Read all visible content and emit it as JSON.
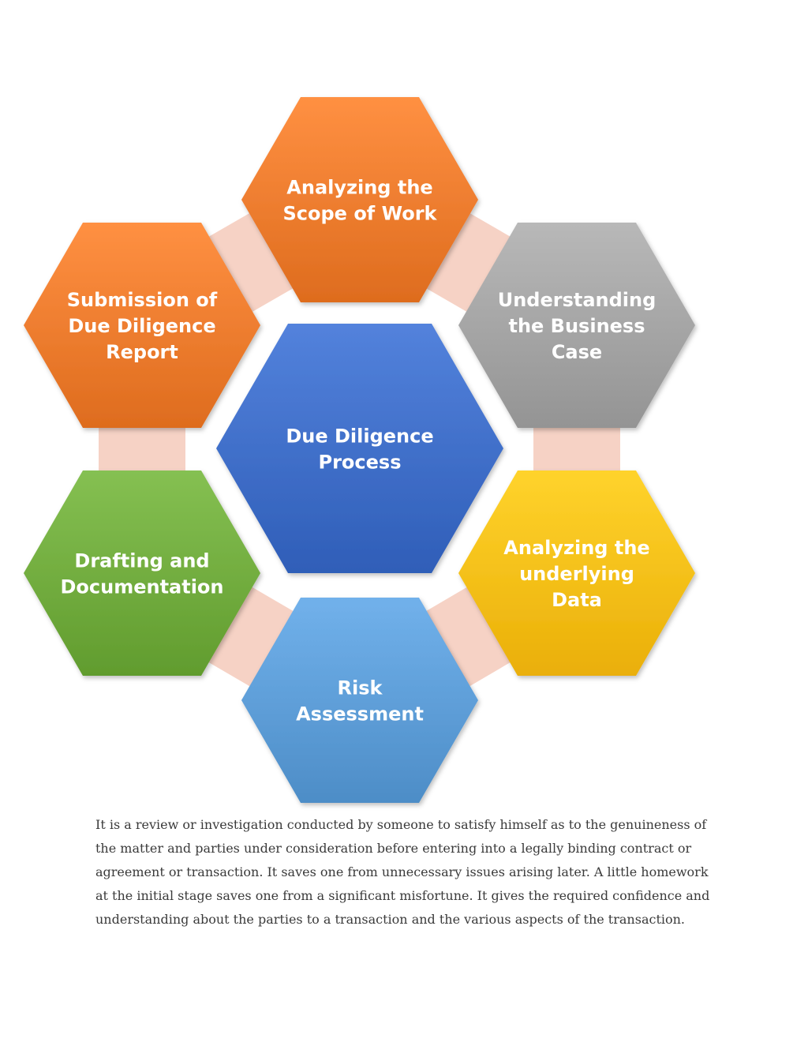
{
  "diagram": {
    "center": {
      "lines": [
        "Due Diligence",
        "Process"
      ],
      "color": "#3d6cc6"
    },
    "steps": [
      {
        "id": "scope",
        "lines": [
          "Analyzing the",
          "Scope of Work"
        ],
        "color": "#ec7a2c"
      },
      {
        "id": "business-case",
        "lines": [
          "Understanding",
          "the Business",
          "Case"
        ],
        "color": "#a2a2a2"
      },
      {
        "id": "underlying-data",
        "lines": [
          "Analyzing the",
          "underlying",
          "Data"
        ],
        "color": "#f8bd16"
      },
      {
        "id": "risk",
        "lines": [
          "Risk",
          "Assessment"
        ],
        "color": "#5b9bd5"
      },
      {
        "id": "drafting",
        "lines": [
          "Drafting and",
          "Documentation"
        ],
        "color": "#6faa3c"
      },
      {
        "id": "submission",
        "lines": [
          "Submission of",
          "Due Diligence",
          "Report"
        ],
        "color": "#ec7a2c"
      }
    ],
    "connector_color": "#f6d2c5"
  },
  "paragraph": "It is a review or investigation conducted by someone to satisfy himself as to the genuineness of the matter and parties under consideration before entering into a legally binding contract or agreement or transaction. It saves one from unnecessary issues arising later. A little homework at the initial stage saves one from a significant misfortune. It gives the required confidence and understanding about the parties to a transaction and the various aspects of the transaction."
}
